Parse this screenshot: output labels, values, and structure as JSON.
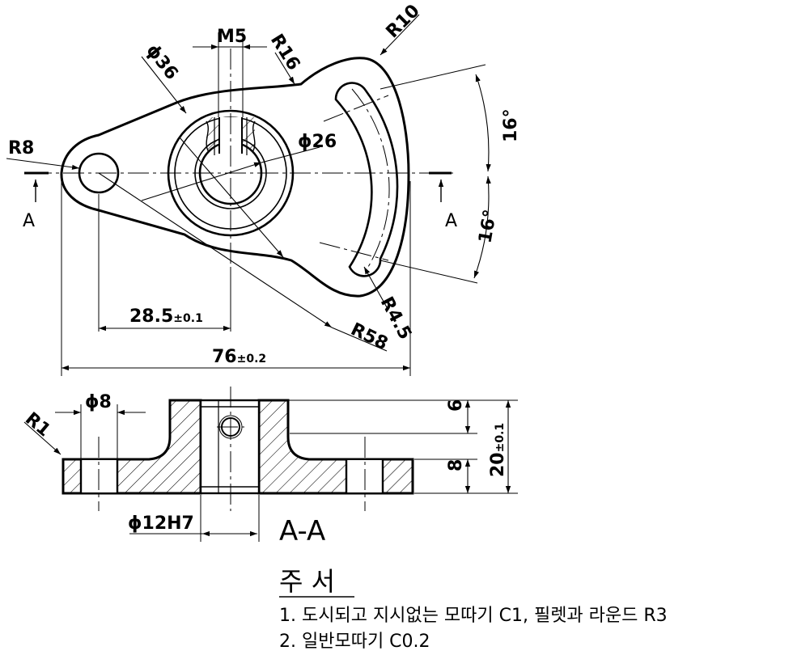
{
  "dimensions": {
    "m5": "M5",
    "r16": "R16",
    "r10": "R10",
    "d36": "ϕ36",
    "r8": "R8",
    "d26": "ϕ26",
    "angle_top": "16°",
    "angle_bottom": "16°",
    "r4_5": "R4.5",
    "r58": "R58",
    "len_28_5": "28.5",
    "tol_28_5": "±0.1",
    "len_76": "76",
    "tol_76": "±0.2",
    "r1": "R1",
    "d8": "ϕ8",
    "h6": "6",
    "h8": "8",
    "h20": "20",
    "tol_20": "±0.1",
    "d12h7": "ϕ12H7"
  },
  "section": {
    "cut_label_left": "A",
    "cut_label_right": "A",
    "view_title": "A-A"
  },
  "notes": {
    "heading": "주 서",
    "line1": "1. 도시되고 지시없는 모따기 C1, 필렛과 라운드 R3",
    "line2": "2. 일반모따기 C0.2"
  }
}
